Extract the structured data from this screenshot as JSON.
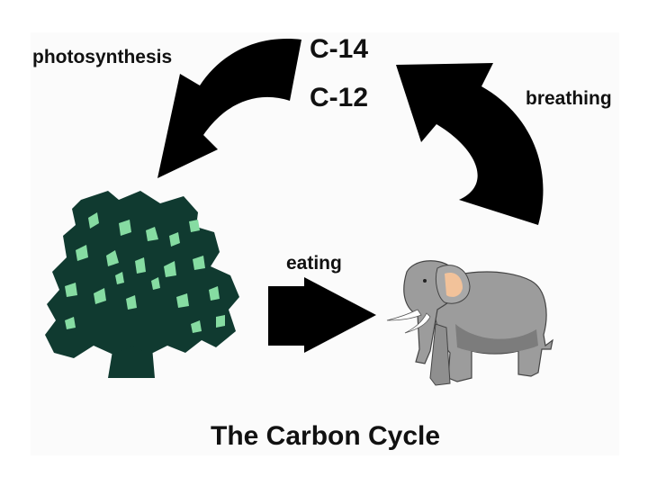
{
  "labels": {
    "photosynthesis": "photosynthesis",
    "c14": "C-14",
    "c12": "C-12",
    "breathing": "breathing",
    "eating": "eating"
  },
  "title": "The Carbon Cycle",
  "colors": {
    "arrow": "#000000",
    "tree": "#103a30",
    "leaf_highlight": "#86dca2",
    "elephant": "#9c9c9c",
    "elephant_shadow": "#7c7c7c",
    "ear_inner": "#f2c29a",
    "tusk": "#ffffff"
  }
}
